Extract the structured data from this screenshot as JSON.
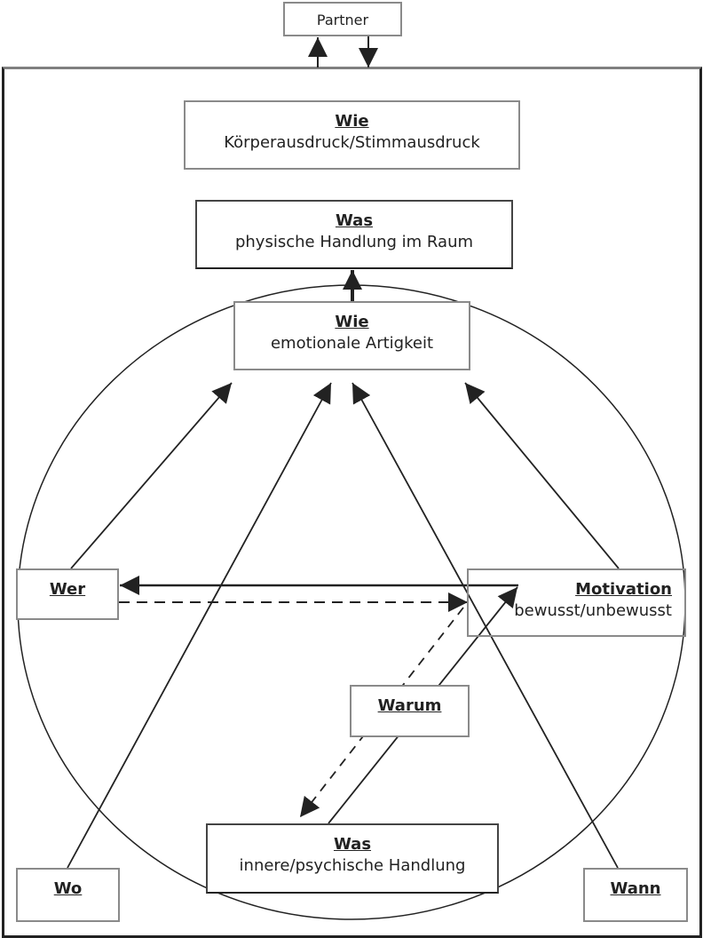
{
  "diagram": {
    "partner": {
      "label": "Partner"
    },
    "nodes": {
      "wie_koerper": {
        "title": "Wie",
        "subtitle": "Körperausdruck/Stimmausdruck"
      },
      "was_physisch": {
        "title": "Was",
        "subtitle": "physische Handlung im Raum"
      },
      "wie_emotional": {
        "title": "Wie",
        "subtitle": "emotionale Artigkeit"
      },
      "wer": {
        "title": "Wer"
      },
      "motivation": {
        "title": "Motivation",
        "subtitle": "bewusst/unbewusst"
      },
      "warum": {
        "title": "Warum"
      },
      "was_innere": {
        "title": "Was",
        "subtitle": "innere/psychische Handlung"
      },
      "wo": {
        "title": "Wo"
      },
      "wann": {
        "title": "Wann"
      }
    },
    "edges": [
      {
        "from": "frame",
        "to": "partner",
        "style": "solid"
      },
      {
        "from": "partner",
        "to": "frame",
        "style": "solid"
      },
      {
        "from": "wie_emotional",
        "to": "was_physisch",
        "style": "solid-thick"
      },
      {
        "from": "wer",
        "to": "wie_emotional",
        "style": "solid"
      },
      {
        "from": "wo",
        "to": "wie_emotional",
        "style": "solid"
      },
      {
        "from": "wann",
        "to": "wie_emotional",
        "style": "solid"
      },
      {
        "from": "motivation",
        "to": "wie_emotional",
        "style": "solid"
      },
      {
        "from": "motivation",
        "to": "wer",
        "style": "solid"
      },
      {
        "from": "wer",
        "to": "motivation",
        "style": "dashed"
      },
      {
        "from": "was_innere",
        "to": "motivation",
        "style": "solid"
      },
      {
        "from": "motivation",
        "to": "was_innere",
        "style": "dashed"
      }
    ]
  }
}
